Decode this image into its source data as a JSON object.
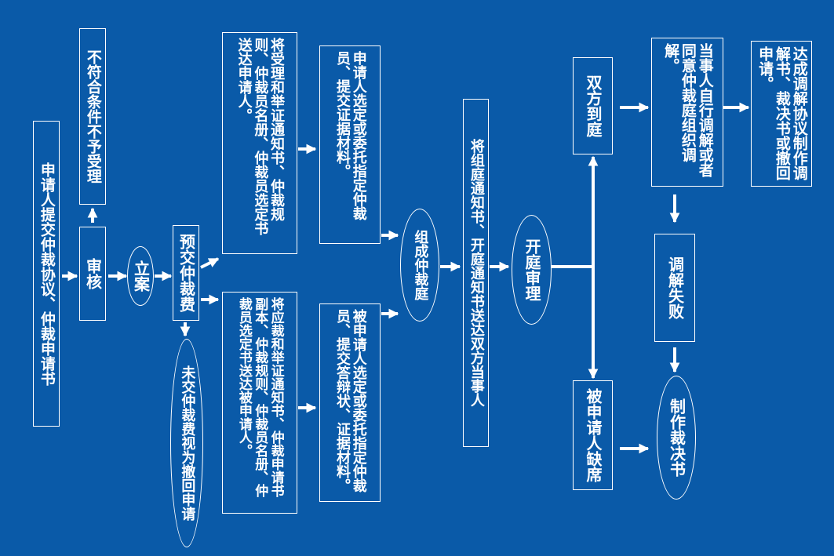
{
  "nodes": {
    "apply": "申请人提交仲裁协议、仲裁申请书",
    "review": "审核",
    "reject": "不符合条件不予受理",
    "file": "立案",
    "prepay": "预交仲裁费",
    "unpaid": "未交仲裁费视为撤回申请",
    "notice_claimant": "将受理和举证通知书、仲裁规则、仲裁员名册、仲裁员选定书送达申请人。",
    "notice_respondent": "将应裁和举证通知书、仲裁申请书副本、仲裁规则、仲裁员名册、仲裁员选定书送达被申请人。",
    "claimant_select": "申请人选定或委托指定仲裁员、提交证据材料。",
    "respondent_select": "被申请人选定或委托指定仲裁员、提交答辩状、证据材料。",
    "form_tribunal": "组成仲裁庭",
    "send_notice": "将组庭通知书、开庭通知书送达双方当事人",
    "hearing": "开庭审理",
    "both_present": "双方到庭",
    "respondent_absent": "被申请人缺席",
    "self_mediation": "当事人自行调解或者同意仲裁庭组织调解。",
    "settlement": "达成调解协议制作调解书、裁决书或撤回申请。",
    "mediation_fail": "调解失败",
    "award": "制作裁决书"
  }
}
